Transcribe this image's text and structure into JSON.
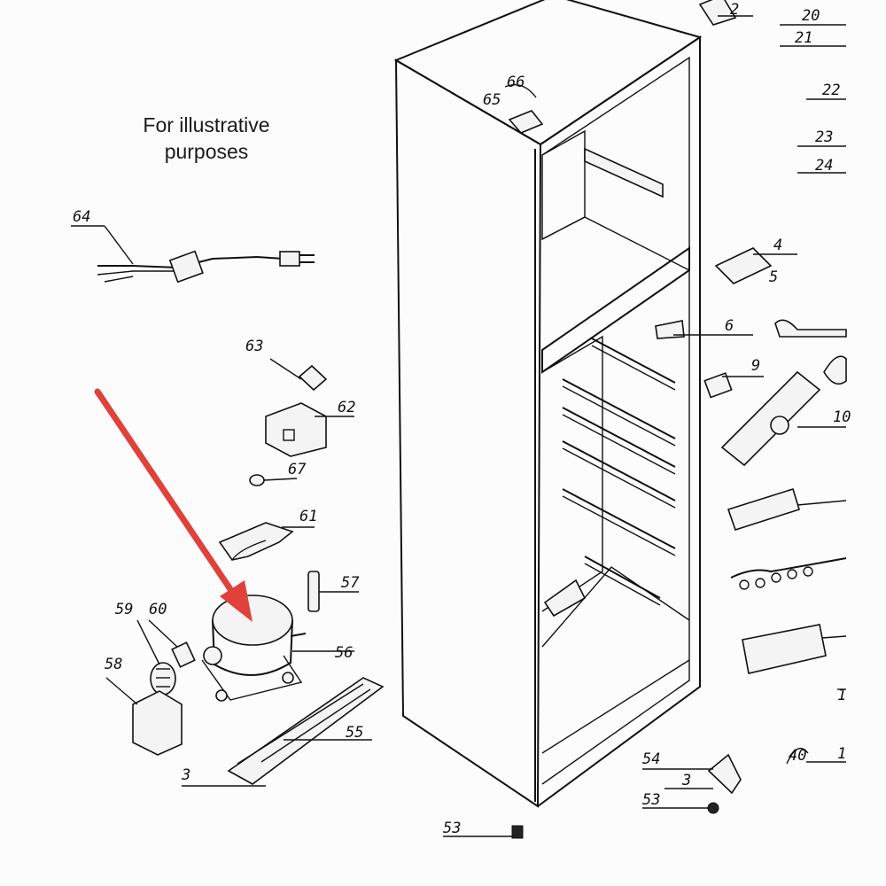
{
  "caption": {
    "line1": "For illustrative",
    "line2": "purposes"
  },
  "part_labels": {
    "p2": "2",
    "p20": "20",
    "p21": "21",
    "p22": "22",
    "p23": "23",
    "p24": "24",
    "p4": "4",
    "p5": "5",
    "p6": "6",
    "p9": "9",
    "p10": "10",
    "p64": "64",
    "p63": "63",
    "p62": "62",
    "p67": "67",
    "p61": "61",
    "p57": "57",
    "p59": "59",
    "p60": "60",
    "p56": "56",
    "p58": "58",
    "p55": "55",
    "p3a": "3",
    "p53a": "53",
    "p54": "54",
    "p3b": "3",
    "p53b": "53",
    "p65": "65",
    "p66": "66",
    "p1a": "1",
    "p1b": "1",
    "p40": "40"
  },
  "colors": {
    "arrow": "#e0413a",
    "line_art": "#111111"
  }
}
